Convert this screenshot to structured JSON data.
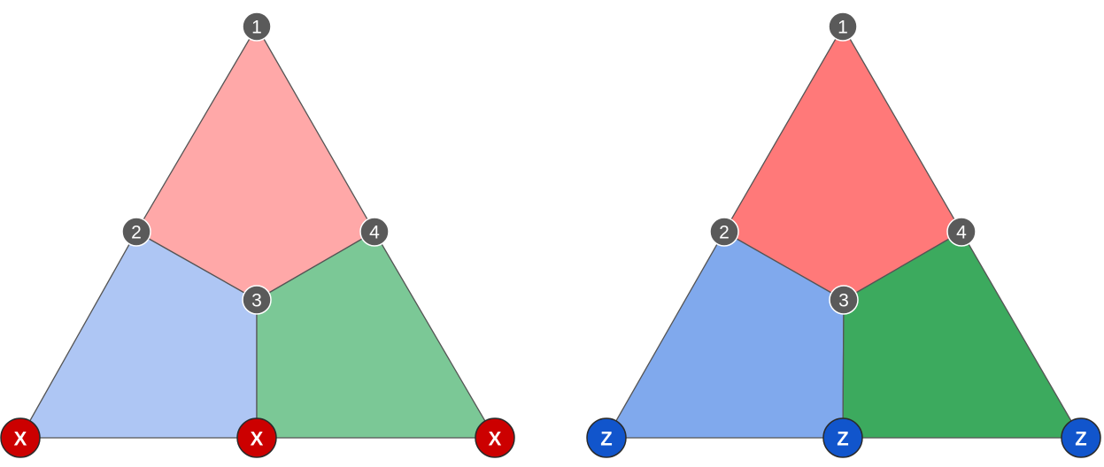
{
  "left_panel": {
    "colors": {
      "top": "#ffa8a8",
      "left": "#aec6f4",
      "right": "#7bc896",
      "corner_fill": "#cc0000",
      "node_fill": "#5a5a5a"
    },
    "nodes": [
      "1",
      "2",
      "3",
      "4"
    ],
    "corners": [
      "X",
      "X",
      "X"
    ]
  },
  "right_panel": {
    "colors": {
      "top": "#ff7979",
      "left": "#80a9ed",
      "right": "#3caa5e",
      "corner_fill": "#1155cc",
      "node_fill": "#5a5a5a"
    },
    "nodes": [
      "1",
      "2",
      "3",
      "4"
    ],
    "corners": [
      "Z",
      "Z",
      "Z"
    ]
  }
}
